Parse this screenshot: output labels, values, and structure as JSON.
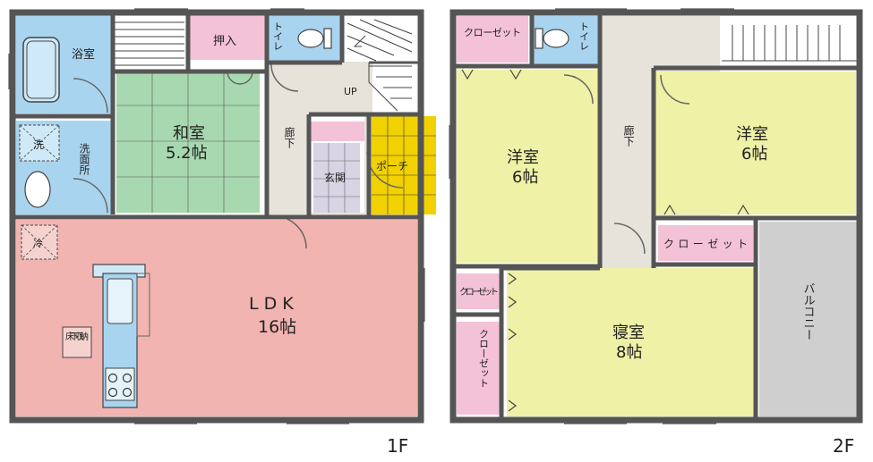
{
  "floor1": {
    "name": "1F",
    "rooms": {
      "bath": "浴室",
      "closet_oshiire": "押入",
      "toilet": "トイレ",
      "up": "UP",
      "washer": "洗",
      "washroom": "洗面所",
      "washitsu": "和室",
      "washitsu_size": "5.2帖",
      "hallway": "廊下",
      "entrance": "玄関",
      "porch": "ポーチ",
      "fridge": "冷",
      "ldk": "LDK",
      "ldk_size": "16帖",
      "underfloor": "床下収納"
    }
  },
  "floor2": {
    "name": "2F",
    "rooms": {
      "closet_top": "クローゼット",
      "toilet": "トイレ",
      "hallway": "廊下",
      "western_left": "洋室",
      "western_left_size": "6帖",
      "western_right": "洋室",
      "western_right_size": "6帖",
      "closet_right": "クローゼット",
      "closet_small": "クローゼット",
      "closet_tall": "クローゼット",
      "bedroom": "寝室",
      "bedroom_size": "8帖",
      "balcony": "バルコニー"
    }
  },
  "colors": {
    "bath": "#a9d4ef",
    "pink": "#f4c2d6",
    "tatami": "#a8d8b0",
    "hall": "#e6e3da",
    "ldk": "#f1b4b0",
    "porch": "#f2d100",
    "yellow": "#eef1a6",
    "balcony": "#cfcfcf",
    "entrance": "#d9d4e4",
    "wall": "#555555"
  }
}
